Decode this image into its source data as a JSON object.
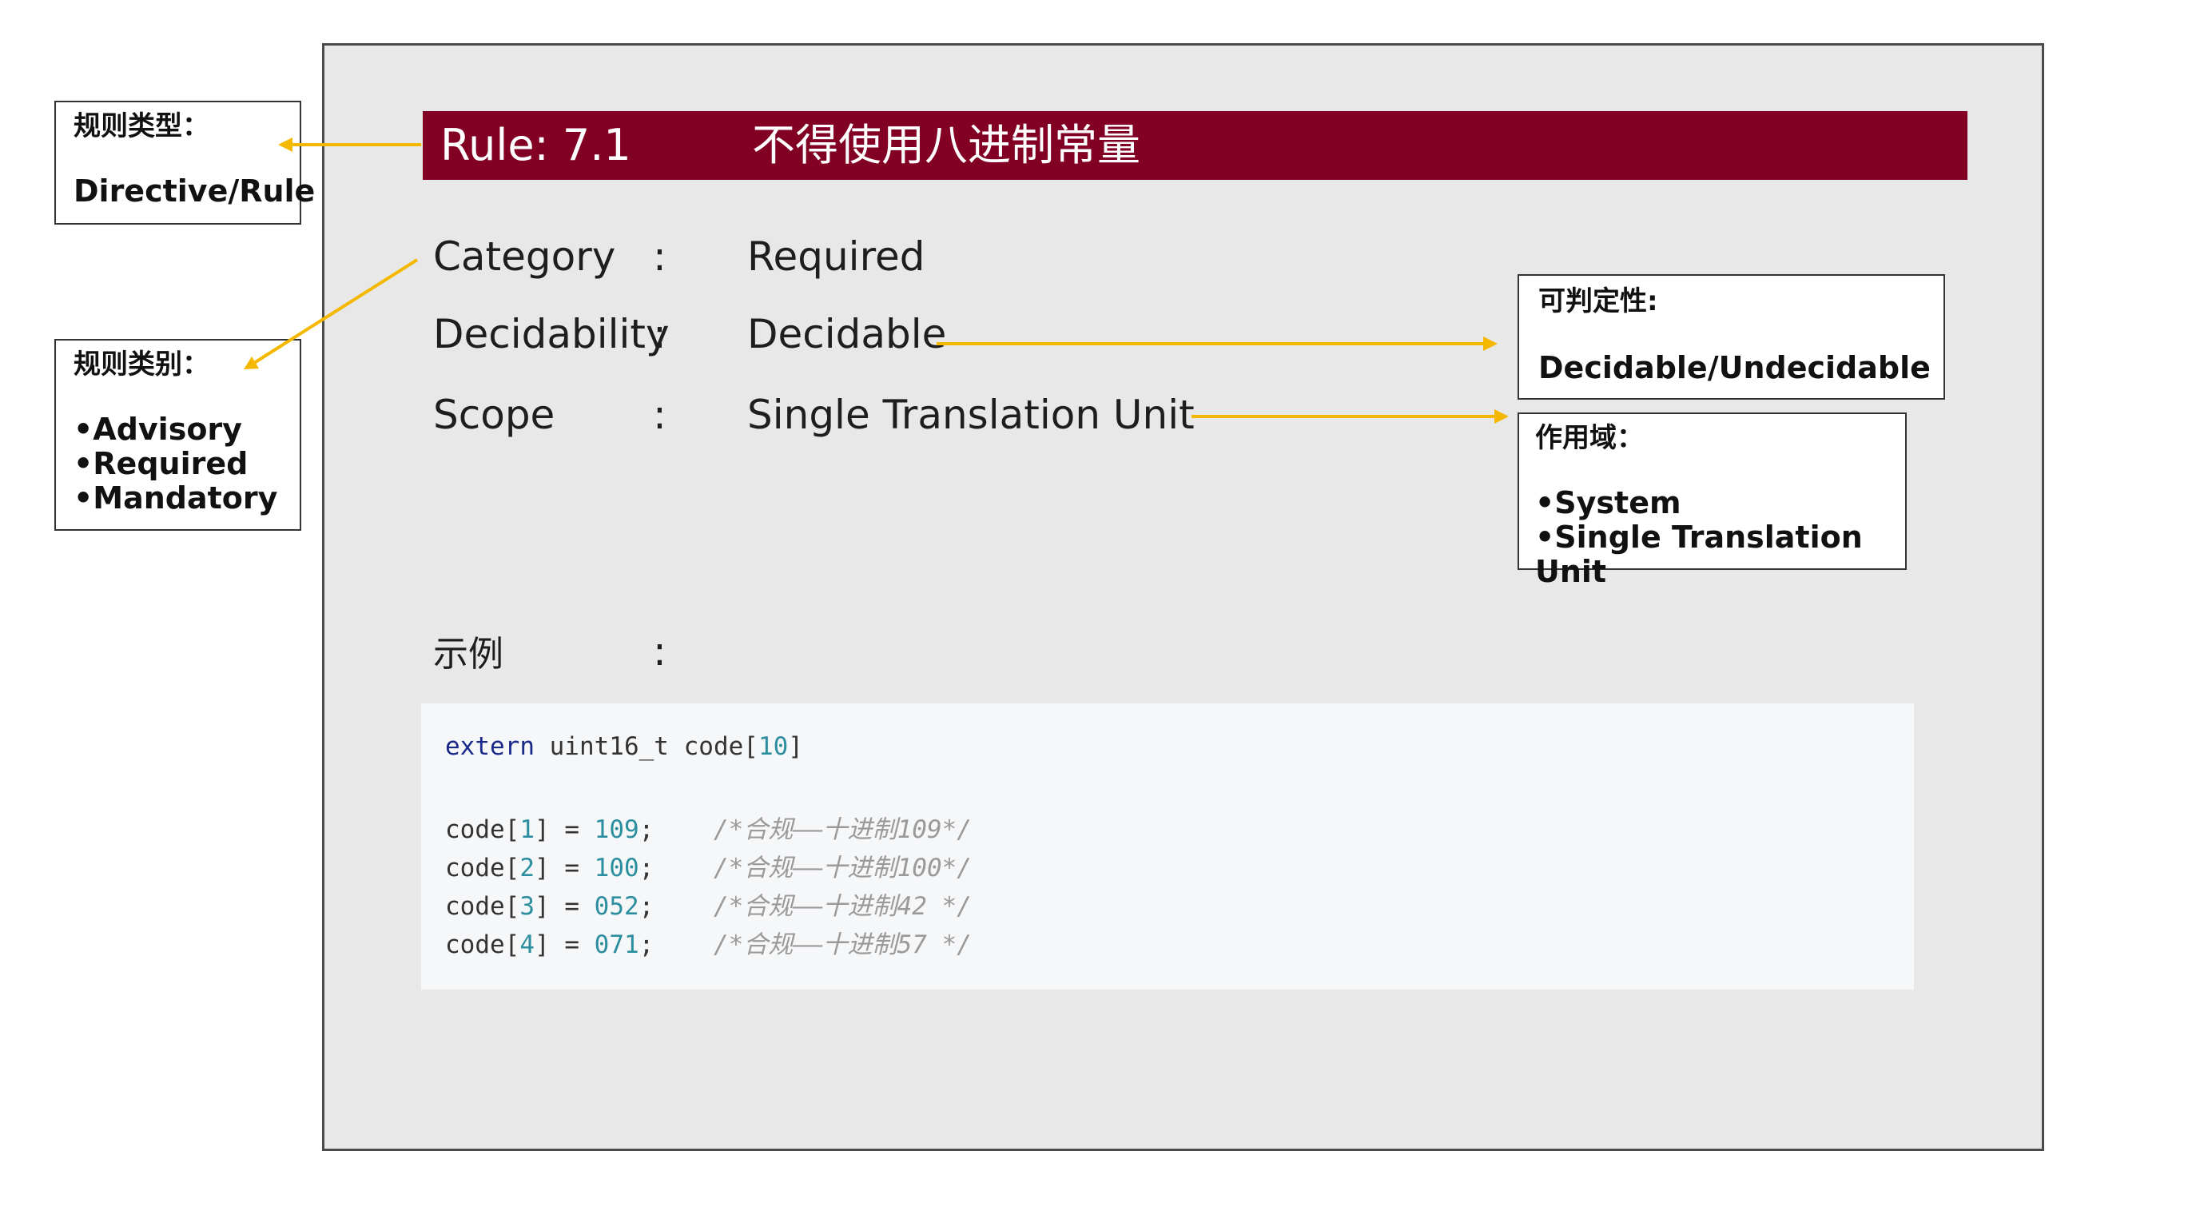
{
  "header": {
    "rule_label": "Rule: 7.1",
    "rule_title": "不得使用八进制常量"
  },
  "fields": {
    "category_label": "Category",
    "category_value": "Required",
    "decidability_label": "Decidability",
    "decidability_value": "Decidable",
    "scope_label": "Scope",
    "scope_value": "Single Translation Unit",
    "example_label": "示例",
    "colon": ":"
  },
  "notes": {
    "rule_type": {
      "head": "规则类型：",
      "items": [
        "Directive/Rule"
      ]
    },
    "rule_category": {
      "head": "规则类别：",
      "items": [
        "•Advisory",
        "•Required",
        "•Mandatory"
      ]
    },
    "decidability": {
      "head": "可判定性:",
      "items": [
        "Decidable/Undecidable"
      ]
    },
    "scope": {
      "head": "作用域：",
      "items": [
        "•System",
        "•Single Translation Unit"
      ]
    }
  },
  "code": {
    "decl_kw": "extern",
    "decl_rest": " uint16_t code[",
    "decl_num": "10",
    "decl_end": "]",
    "lines": [
      {
        "pre": "code[",
        "idx": "1",
        "mid": "] = ",
        "val": "109",
        "post": ";    ",
        "comment": "/*合规——十进制109*/"
      },
      {
        "pre": "code[",
        "idx": "2",
        "mid": "] = ",
        "val": "100",
        "post": ";    ",
        "comment": "/*合规——十进制100*/"
      },
      {
        "pre": "code[",
        "idx": "3",
        "mid": "] = ",
        "val": "052",
        "post": ";    ",
        "comment": "/*合规——十进制42 */"
      },
      {
        "pre": "code[",
        "idx": "4",
        "mid": "] = ",
        "val": "071",
        "post": ";    ",
        "comment": "/*合规——十进制57 */"
      }
    ]
  },
  "colors": {
    "title_bar": "#820024",
    "arrow": "#f5b800",
    "panel": "#e8e8e8",
    "code_keyword": "#1a2a8a",
    "code_number": "#2c8f9f",
    "code_comment": "#9a9a9a"
  }
}
